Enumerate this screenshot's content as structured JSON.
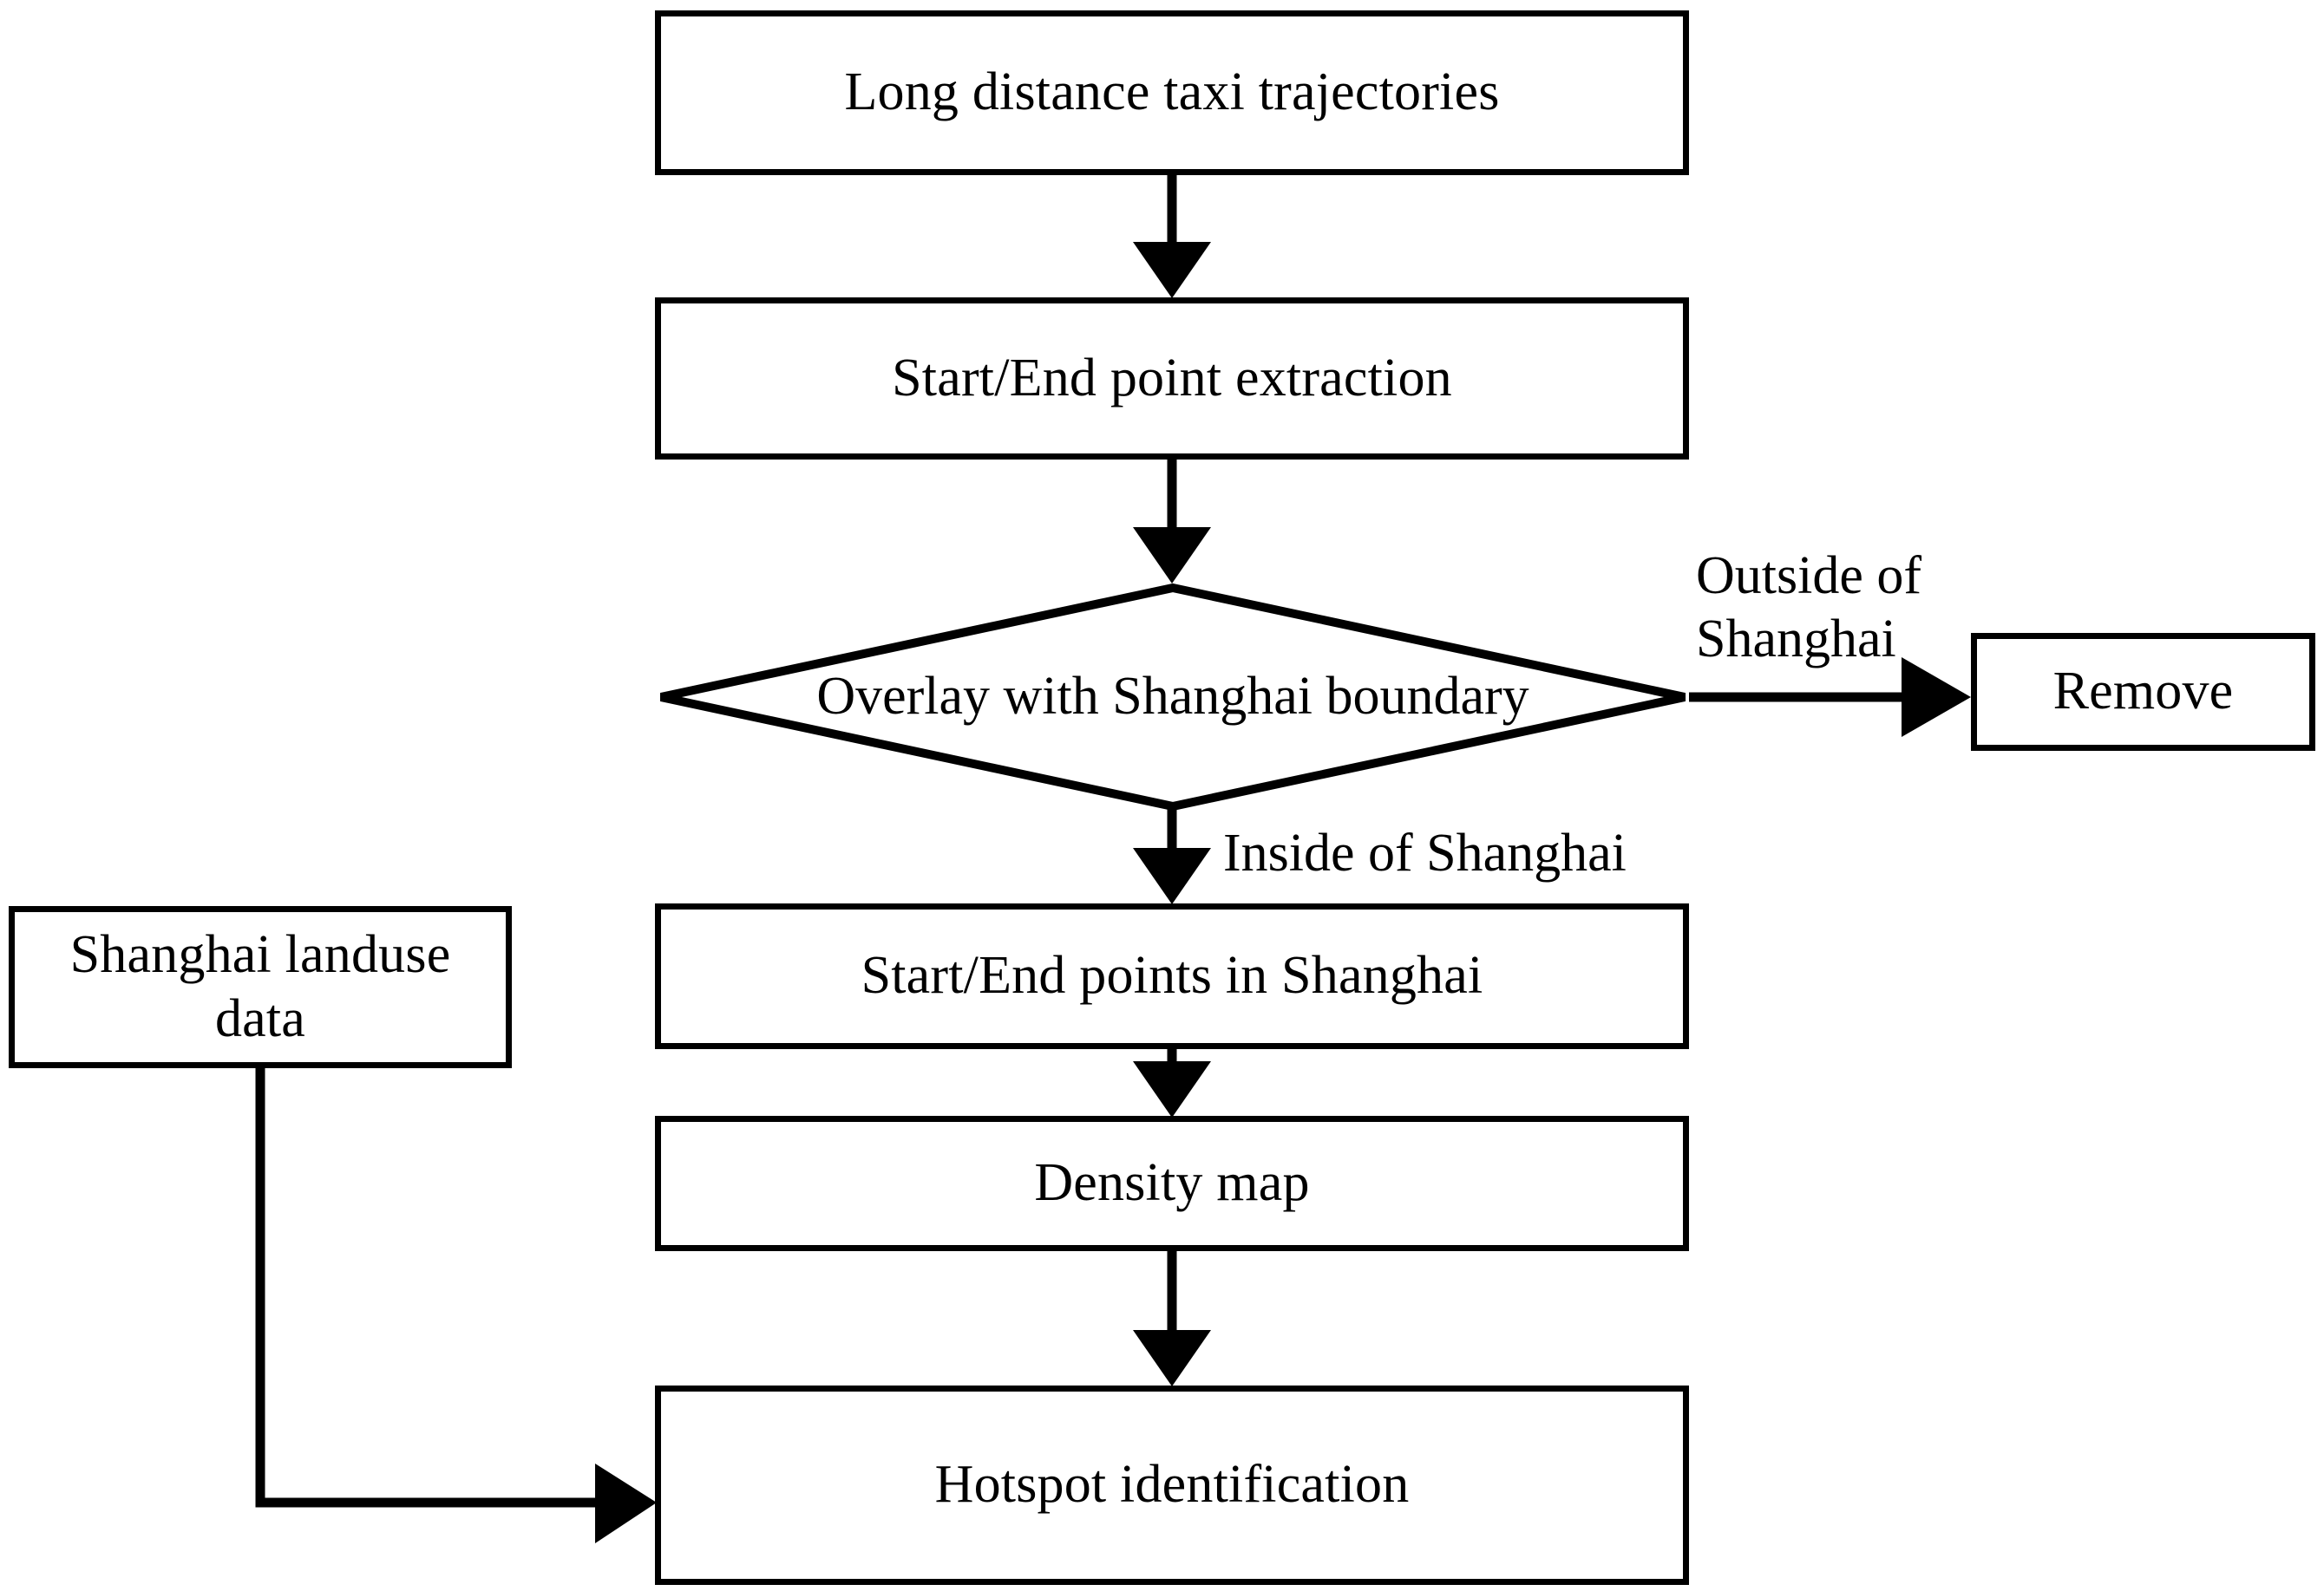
{
  "diagram": {
    "type": "flowchart",
    "title": "Long distance taxi trajectory hotspot identification workflow",
    "background_color": "#ffffff",
    "line_color": "#000000",
    "text_color": "#000000"
  },
  "nodes": {
    "trajectories": {
      "label": "Long distance taxi trajectories",
      "shape": "rectangle"
    },
    "extraction": {
      "label": "Start/End point extraction",
      "shape": "rectangle"
    },
    "overlay": {
      "label": "Overlay with Shanghai boundary",
      "shape": "diamond"
    },
    "remove": {
      "label": "Remove",
      "shape": "rectangle"
    },
    "points_in_shanghai": {
      "label": "Start/End points in Shanghai",
      "shape": "rectangle"
    },
    "density_map": {
      "label": "Density map",
      "shape": "rectangle"
    },
    "hotspot": {
      "label": "Hotspot identification",
      "shape": "rectangle"
    },
    "landuse": {
      "label": "Shanghai landuse\ndata",
      "shape": "rectangle"
    }
  },
  "edge_labels": {
    "outside": "Outside of\nShanghai",
    "inside": "Inside of Shanghai"
  },
  "edges": [
    {
      "from": "trajectories",
      "to": "extraction",
      "label": ""
    },
    {
      "from": "extraction",
      "to": "overlay",
      "label": ""
    },
    {
      "from": "overlay",
      "to": "remove",
      "label": "Outside of Shanghai"
    },
    {
      "from": "overlay",
      "to": "points_in_shanghai",
      "label": "Inside of Shanghai"
    },
    {
      "from": "points_in_shanghai",
      "to": "density_map",
      "label": ""
    },
    {
      "from": "density_map",
      "to": "hotspot",
      "label": ""
    },
    {
      "from": "landuse",
      "to": "hotspot",
      "label": ""
    }
  ]
}
